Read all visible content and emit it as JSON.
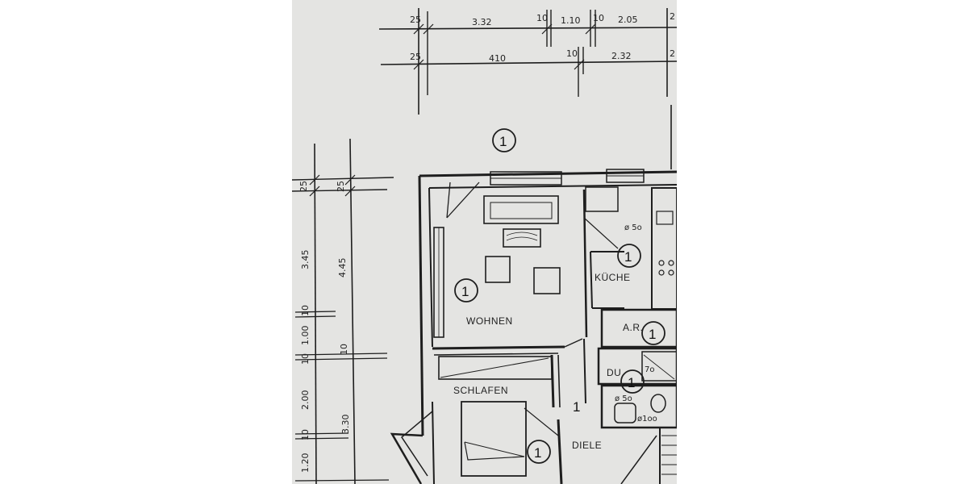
{
  "dimensions_top_row1": [
    "25",
    "3.32",
    "10",
    "1.10",
    "10",
    "2.05",
    "2"
  ],
  "dimensions_top_row2": [
    "25",
    "410",
    "10",
    "2.32",
    "2"
  ],
  "dimensions_left_outer": [
    "25",
    "3.45",
    "10",
    "1.00",
    "10",
    "2.00",
    "10",
    "1.20"
  ],
  "dimensions_left_inner": [
    "25",
    "4.45",
    "10",
    "3.30"
  ],
  "unit_markers": [
    "1",
    "1",
    "1",
    "1",
    "1",
    "1",
    "1"
  ],
  "rooms": {
    "wohnen": "WOHNEN",
    "kueche": "KÜCHE",
    "ar": "A.R.",
    "du": "DU",
    "schlafen": "SCHLAFEN",
    "diele": "DIELE"
  },
  "annotations": {
    "kitchen_pipe": "ø 5o",
    "du_pipe": "7o",
    "du_small": "ø 5o",
    "wc_pipe": "ø1oo"
  }
}
